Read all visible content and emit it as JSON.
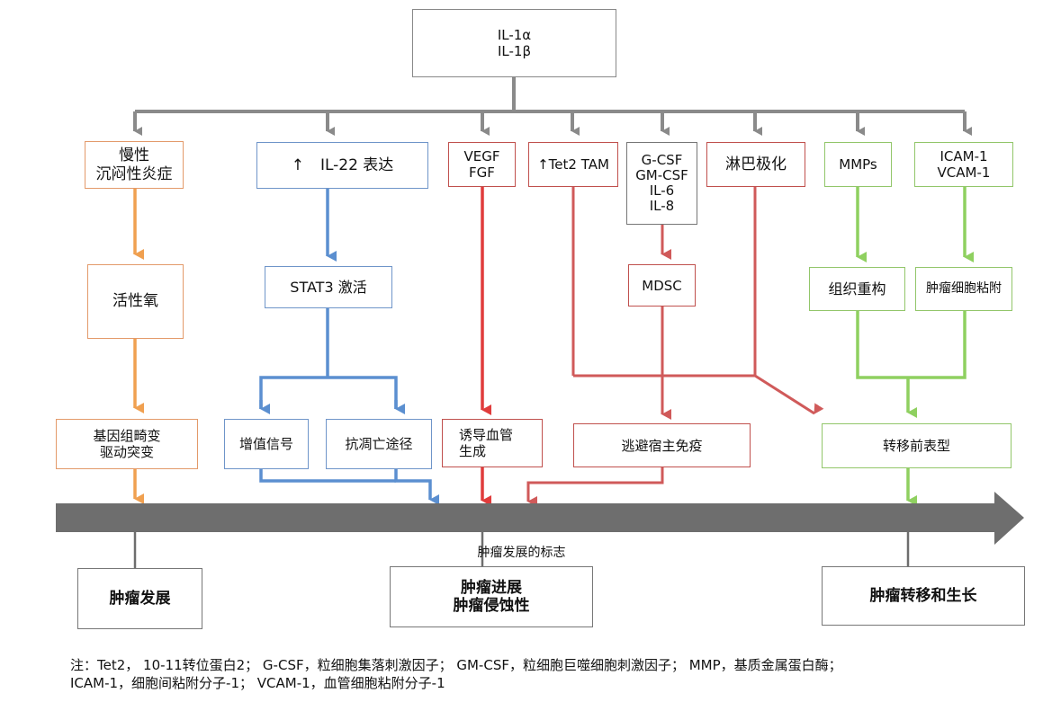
{
  "top": {
    "line1": "IL-1α",
    "line2": "IL-1β"
  },
  "boxes": {
    "chronic": {
      "line1": "慢性",
      "line2": "沉闷性炎症"
    },
    "il22": {
      "arrow": "↑",
      "label": "IL-22 表达"
    },
    "vegf": {
      "line1": "VEGF",
      "line2": "FGF"
    },
    "tet2": {
      "label": "↑Tet2 TAM"
    },
    "gcsf": {
      "line1": "G-CSF",
      "line2": "GM-CSF",
      "line3": "IL-6",
      "line4": "IL-8"
    },
    "lymph": {
      "label": "淋巴极化"
    },
    "mmps": {
      "label": "MMPs"
    },
    "icam": {
      "line1": "ICAM-1",
      "line2": "VCAM-1"
    },
    "ros": {
      "label": "活性氧"
    },
    "stat3": {
      "label": "STAT3 激活"
    },
    "mdsc": {
      "label": "MDSC"
    },
    "remodel": {
      "label": "组织重构"
    },
    "adhesion": {
      "label": "肿瘤细胞粘附"
    },
    "mutation": {
      "line1": "基因组畸变",
      "line2": "驱动突变"
    },
    "proliferation": {
      "label": "增值信号"
    },
    "antiapoptosis": {
      "label": "抗凋亡途径"
    },
    "angiogenesis": {
      "line1": "诱导血管",
      "line2": "生成"
    },
    "immune": {
      "label": "逃避宿主免疫"
    },
    "metastatic": {
      "label": "转移前表型"
    }
  },
  "axis": {
    "label": "肿瘤发展的标志"
  },
  "outcomes": {
    "development": {
      "label": "肿瘤发展"
    },
    "progression": {
      "line1": "肿瘤进展",
      "line2": "肿瘤侵蚀性"
    },
    "metastasis": {
      "label": "肿瘤转移和生长"
    }
  },
  "footnote": {
    "line1": "注：Tet2， 10-11转位蛋白2； G-CSF，粒细胞集落刺激因子； GM-CSF，粒细胞巨噬细胞刺激因子； MMP，基质金属蛋白酶；",
    "line2": "ICAM-1，细胞间粘附分子-1； VCAM-1，血管细胞粘附分子-1"
  },
  "colors": {
    "gray": "#8a8a8a",
    "axis": "#6e6e6e",
    "orange": "#f0a050",
    "blue": "#5b8fd0",
    "red": "#e03c3c",
    "lightred": "#d05a5a",
    "green": "#8fd060"
  }
}
